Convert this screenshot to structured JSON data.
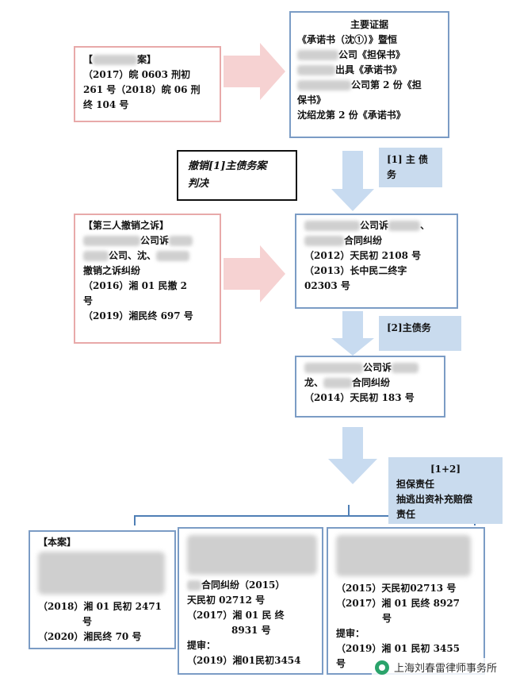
{
  "box1": {
    "bracket_open": "【",
    "case_suffix": "案】",
    "line2": "（2017）皖 0603 刑初",
    "line3": "261 号（2018）皖 06 刑",
    "line4": "终 104 号"
  },
  "evidence": {
    "title": "主要证据",
    "line1": "《承诺书（沈①）》暨恒",
    "line2": "公司《担保书》",
    "line3": "出具《承诺书》",
    "line4": "公司第 2 份《担",
    "line5": "保书》",
    "line6": "沈绍龙第 2 份《承诺书》"
  },
  "revoke_box": {
    "line1": "撤销[1]主债务案",
    "line2": "判决"
  },
  "label1": {
    "line1": "[1] 主 债",
    "line2": "务"
  },
  "third_party": {
    "title": "【第三人撤销之诉】",
    "line2": "公司诉",
    "line3": "公司、沈、",
    "line4": "撤销之诉纠纷",
    "line5": "（2016）湘 01 民撤 2",
    "line6": "号",
    "line7": "（2019）湘民终 697 号"
  },
  "case_2012": {
    "line1": "公司诉",
    "line1b": "、",
    "line2": "合同纠纷",
    "line3": "（2012）天民初 2108 号",
    "line4": "（2013）长中民二终字",
    "line5": "02303 号"
  },
  "label2": {
    "text": "[2]主债务"
  },
  "case_2014": {
    "line1": "公司诉",
    "line2a": "龙、",
    "line2b": "合同纠纷",
    "line3": "（2014）天民初 183 号"
  },
  "label3": {
    "line1": "[1+2]",
    "line2": "担保责任",
    "line3": "抽逃出资补充赔偿",
    "line4": "责任"
  },
  "bottom_left": {
    "title": "【本案】",
    "line1": "（2018）湘 01 民初 2471",
    "line2": "号",
    "line3": "（2020）湘民终 70 号"
  },
  "bottom_mid": {
    "line1": "合同纠纷（2015）",
    "line2": "天民初 02712 号",
    "line3": "（2017）湘 01 民 终",
    "line4": "8931 号",
    "line5": "提审：",
    "line6": "（2019）湘01民初3454"
  },
  "bottom_right": {
    "line1": "（2015）天民初02713 号",
    "line2": "（2017）湘 01 民终 8927",
    "line3": "号",
    "line4": "提审：",
    "line5": "（2019）湘 01 民初 3455",
    "line6": "号"
  },
  "watermark": {
    "text": "上海刘春雷律师事务所"
  },
  "colors": {
    "pink": "#e8a9a9",
    "blue": "#7b9cc5",
    "label": "#c9dbee",
    "arrow_pink": "#f6d2d2",
    "arrow_blue": "#c8dbf0"
  }
}
